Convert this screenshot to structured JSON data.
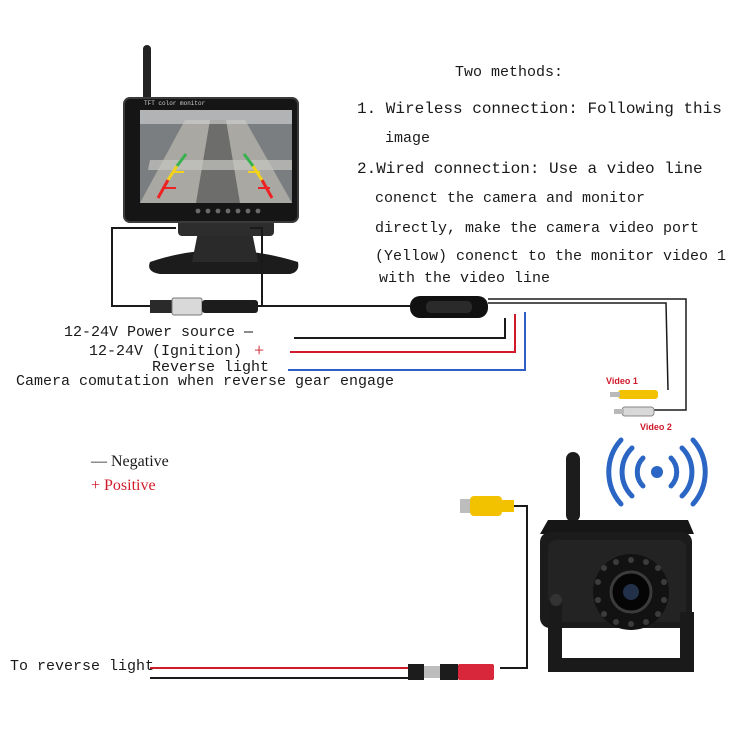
{
  "methods": {
    "heading": "Two methods:",
    "item1_line1": "1. Wireless connection: Following this",
    "item1_line2": "image",
    "item2_line1": "2.Wired connection: Use a video line",
    "item2_line2": "conenct the camera and monitor",
    "item2_line3": "directly, make the camera video port",
    "item2_line4": "(Yellow) conenct to the monitor video 1",
    "item2_line5": "with the video line"
  },
  "monitor": {
    "screen_label": "TFT color monitor"
  },
  "wires": {
    "power": "12-24V Power source —",
    "ignition": "12-24V (Ignition)",
    "ignition_sign": "+",
    "reverse": "Reverse light",
    "camera_note": "Camera comutation when reverse gear engage"
  },
  "video": {
    "video1": "Video 1",
    "video2": "Video 2"
  },
  "legend": {
    "negative": "— Negative",
    "positive": "+ Positive"
  },
  "camera": {
    "reverse_label": "To reverse light"
  },
  "colors": {
    "wire_black": "#1a1a1a",
    "wire_red": "#d01a2a",
    "wire_blue": "#2f5fc4",
    "rca_yellow": "#f2c200",
    "video_label": "#d01a2a",
    "wifi_blue": "#2c66c4"
  }
}
